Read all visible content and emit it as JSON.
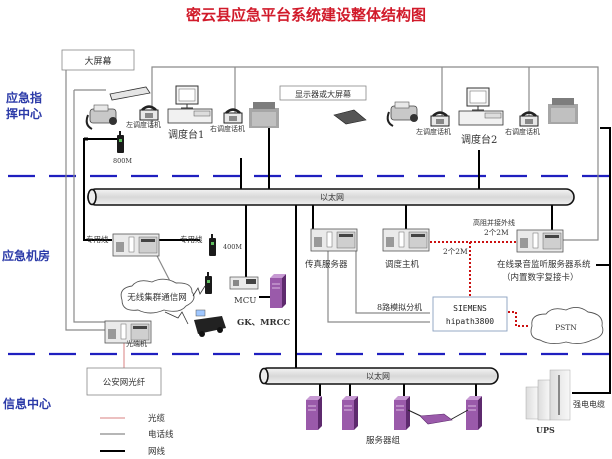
{
  "title": "密云县应急平台系统建设整体结构图",
  "zones": {
    "command_center": [
      "应急指",
      "挥中心"
    ],
    "machine_room": "应急机房",
    "info_center": "信息中心"
  },
  "labels": {
    "big_screen": "大屏幕",
    "display_or_screen": "显示器或大屏幕",
    "left_phone_1": "左调度话机",
    "right_phone_1": "右调度话机",
    "console_1": "调度台1",
    "left_phone_2": "左调度话机",
    "right_phone_2": "右调度话机",
    "console_2": "调度台2",
    "radio_800": "800M",
    "ethernet_top": "以太网",
    "dedicated_line_1": "专用线",
    "dedicated_line_2": "专用线",
    "radio_400": "400M",
    "mcu": "MCU",
    "gk_mrcc": "GK、MRCC",
    "trunk_network": "无线集群通信网",
    "optical_terminal": "光端机",
    "fax_server": "传真服务器",
    "dispatch_host": "调度主机",
    "high_impedance": "高阻并接外线",
    "two_2m_a": "2个2M",
    "two_2m_b": "2个2M",
    "recording_server": "在线录音监听服务器系统",
    "recording_card": "（内置数字复接卡）",
    "analog_ext": "8路模拟分机",
    "pbx_brand": "SIEMENS",
    "pbx_model": "hipath3800",
    "pstn": "PSTN",
    "police_fiber": "公安网光纤",
    "ethernet_bottom": "以太网",
    "server_group": "服务器组",
    "ups": "UPS",
    "power_cable": "强电电缆"
  },
  "legend": [
    {
      "label": "光缆",
      "color": "#d98080"
    },
    {
      "label": "电话线",
      "color": "#8a8a8a"
    },
    {
      "label": "网线",
      "color": "#000000"
    }
  ],
  "colors": {
    "title": "#d11a2a",
    "zone_text": "#2b3aa8",
    "zone_divider": "#1f1fbf",
    "e1_link": "#cc1111",
    "server": "#8a4a9a"
  }
}
